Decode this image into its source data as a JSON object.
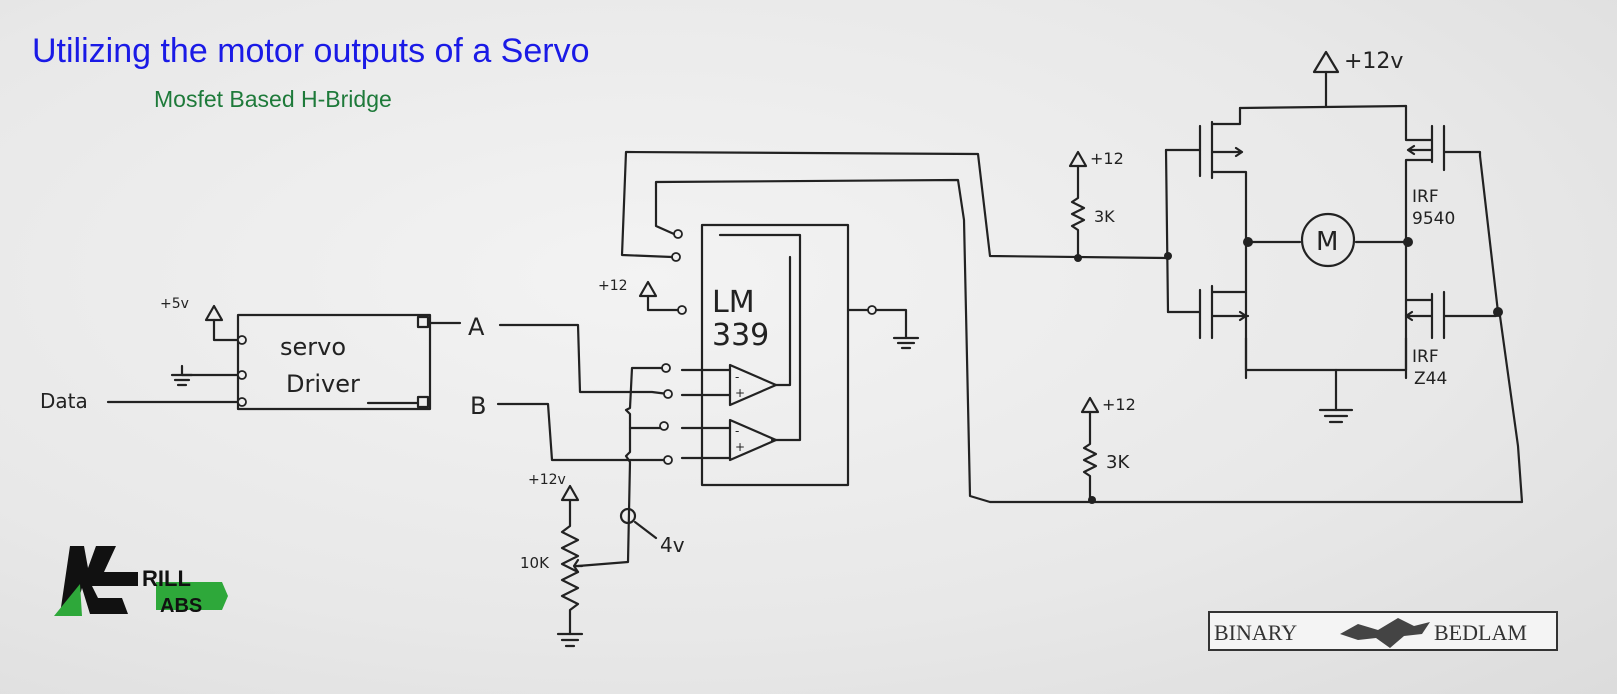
{
  "header": {
    "title": "Utilizing the motor outputs of a Servo",
    "subtitle": "Mosfet Based H-Bridge"
  },
  "labels": {
    "plus5v": "+5v",
    "data": "Data",
    "servo": "servo",
    "driver": "Driver",
    "a": "A",
    "b": "B",
    "comp_plus12": "+12",
    "lm_line1": "LM",
    "lm_line2": "339",
    "pot_plus12v": "+12v",
    "pot_10k": "10K",
    "vref_4v": "4v",
    "r1_plus12": "+12",
    "r1_3k": "3K",
    "r2_plus12": "+12",
    "r2_3k": "3K",
    "top_plus12v": "+12v",
    "motor": "M",
    "irf_top_1": "IRF",
    "irf_top_2": "9540",
    "irf_bot_1": "IRF",
    "irf_bot_2": "Z44"
  },
  "logos": {
    "krill_line1": "RILL",
    "krill_line2": "ABS",
    "binary_bedlam_left": "BINARY",
    "binary_bedlam_right": "BEDLAM"
  },
  "colors": {
    "title": "#1a1ae6",
    "subtitle": "#1e7a3a",
    "krill_green": "#2ea83a",
    "ink": "#222222"
  }
}
